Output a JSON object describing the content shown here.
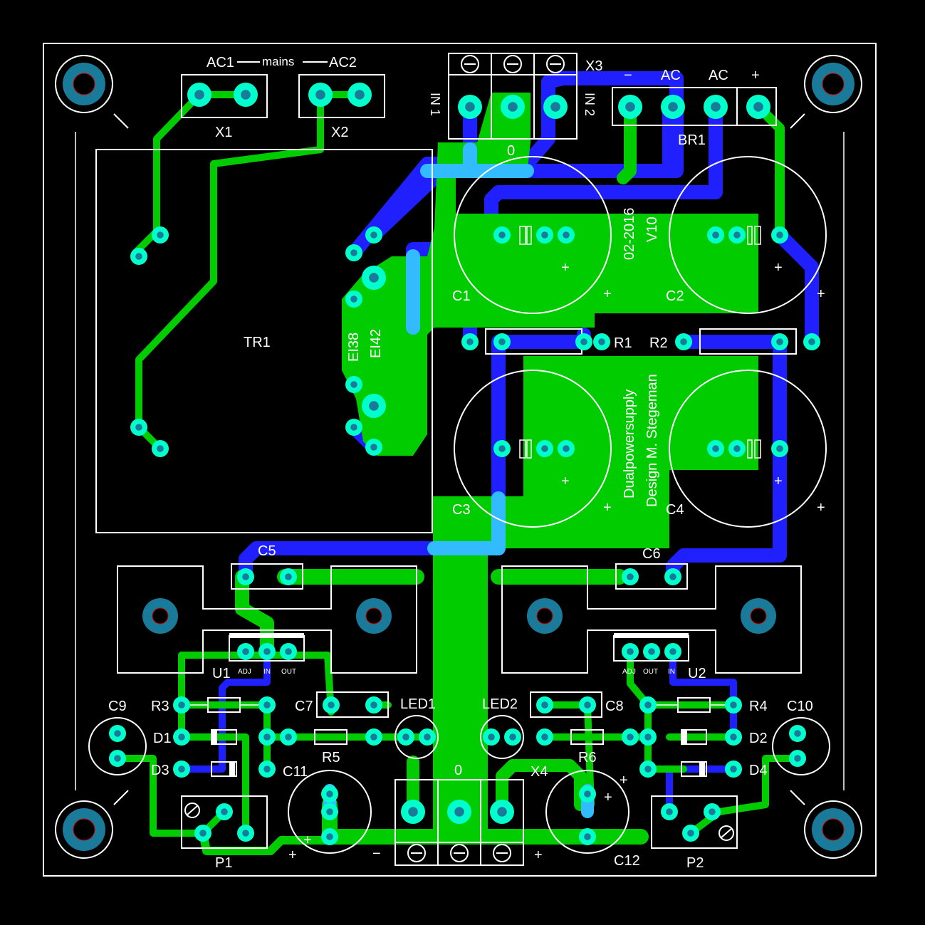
{
  "board": {
    "colors": {
      "background": "#000000",
      "copper_top": "#00cc00",
      "copper_bottom": "#2020ff",
      "copper_overlap": "#33bbff",
      "pad": "#00ffcc",
      "mount_hole": "#1a7a9a",
      "silkscreen": "#ffffff"
    },
    "labels": {
      "ac1": "AC1",
      "mains": "mains",
      "ac2": "AC2",
      "x1": "X1",
      "x2": "X2",
      "x3": "X3",
      "in1": "IN 1",
      "in2": "IN 2",
      "zero_top": "0",
      "br_minus": "−",
      "br_ac1": "AC",
      "br_ac2": "AC",
      "br_plus": "+",
      "br1": "BR1",
      "tr1": "TR1",
      "ei38": "EI38",
      "ei42": "EI42",
      "date": "02-2016",
      "version": "V10",
      "c1": "C1",
      "c2": "C2",
      "c3": "C3",
      "c4": "C4",
      "r1": "R1",
      "r2": "R2",
      "title": "Dualpowersupply",
      "designer": "Design M. Stegeman",
      "c5": "C5",
      "c6": "C6",
      "u1": "U1",
      "u2": "U2",
      "u1_adj": "ADJ",
      "u1_in": "IN",
      "u1_out": "OUT",
      "u2_adj": "ADJ",
      "u2_out": "OUT",
      "u2_in": "IN",
      "c9": "C9",
      "r3": "R3",
      "c7": "C7",
      "led1": "LED1",
      "led2": "LED2",
      "c8": "C8",
      "r4": "R4",
      "c10": "C10",
      "d1": "D1",
      "d2": "D2",
      "d3": "D3",
      "d4": "D4",
      "r5": "R5",
      "r6": "R6",
      "c11": "C11",
      "c12": "C12",
      "zero_bottom": "0",
      "x4": "X4",
      "p1": "P1",
      "p2": "P2",
      "plus": "+",
      "minus": "−"
    }
  }
}
